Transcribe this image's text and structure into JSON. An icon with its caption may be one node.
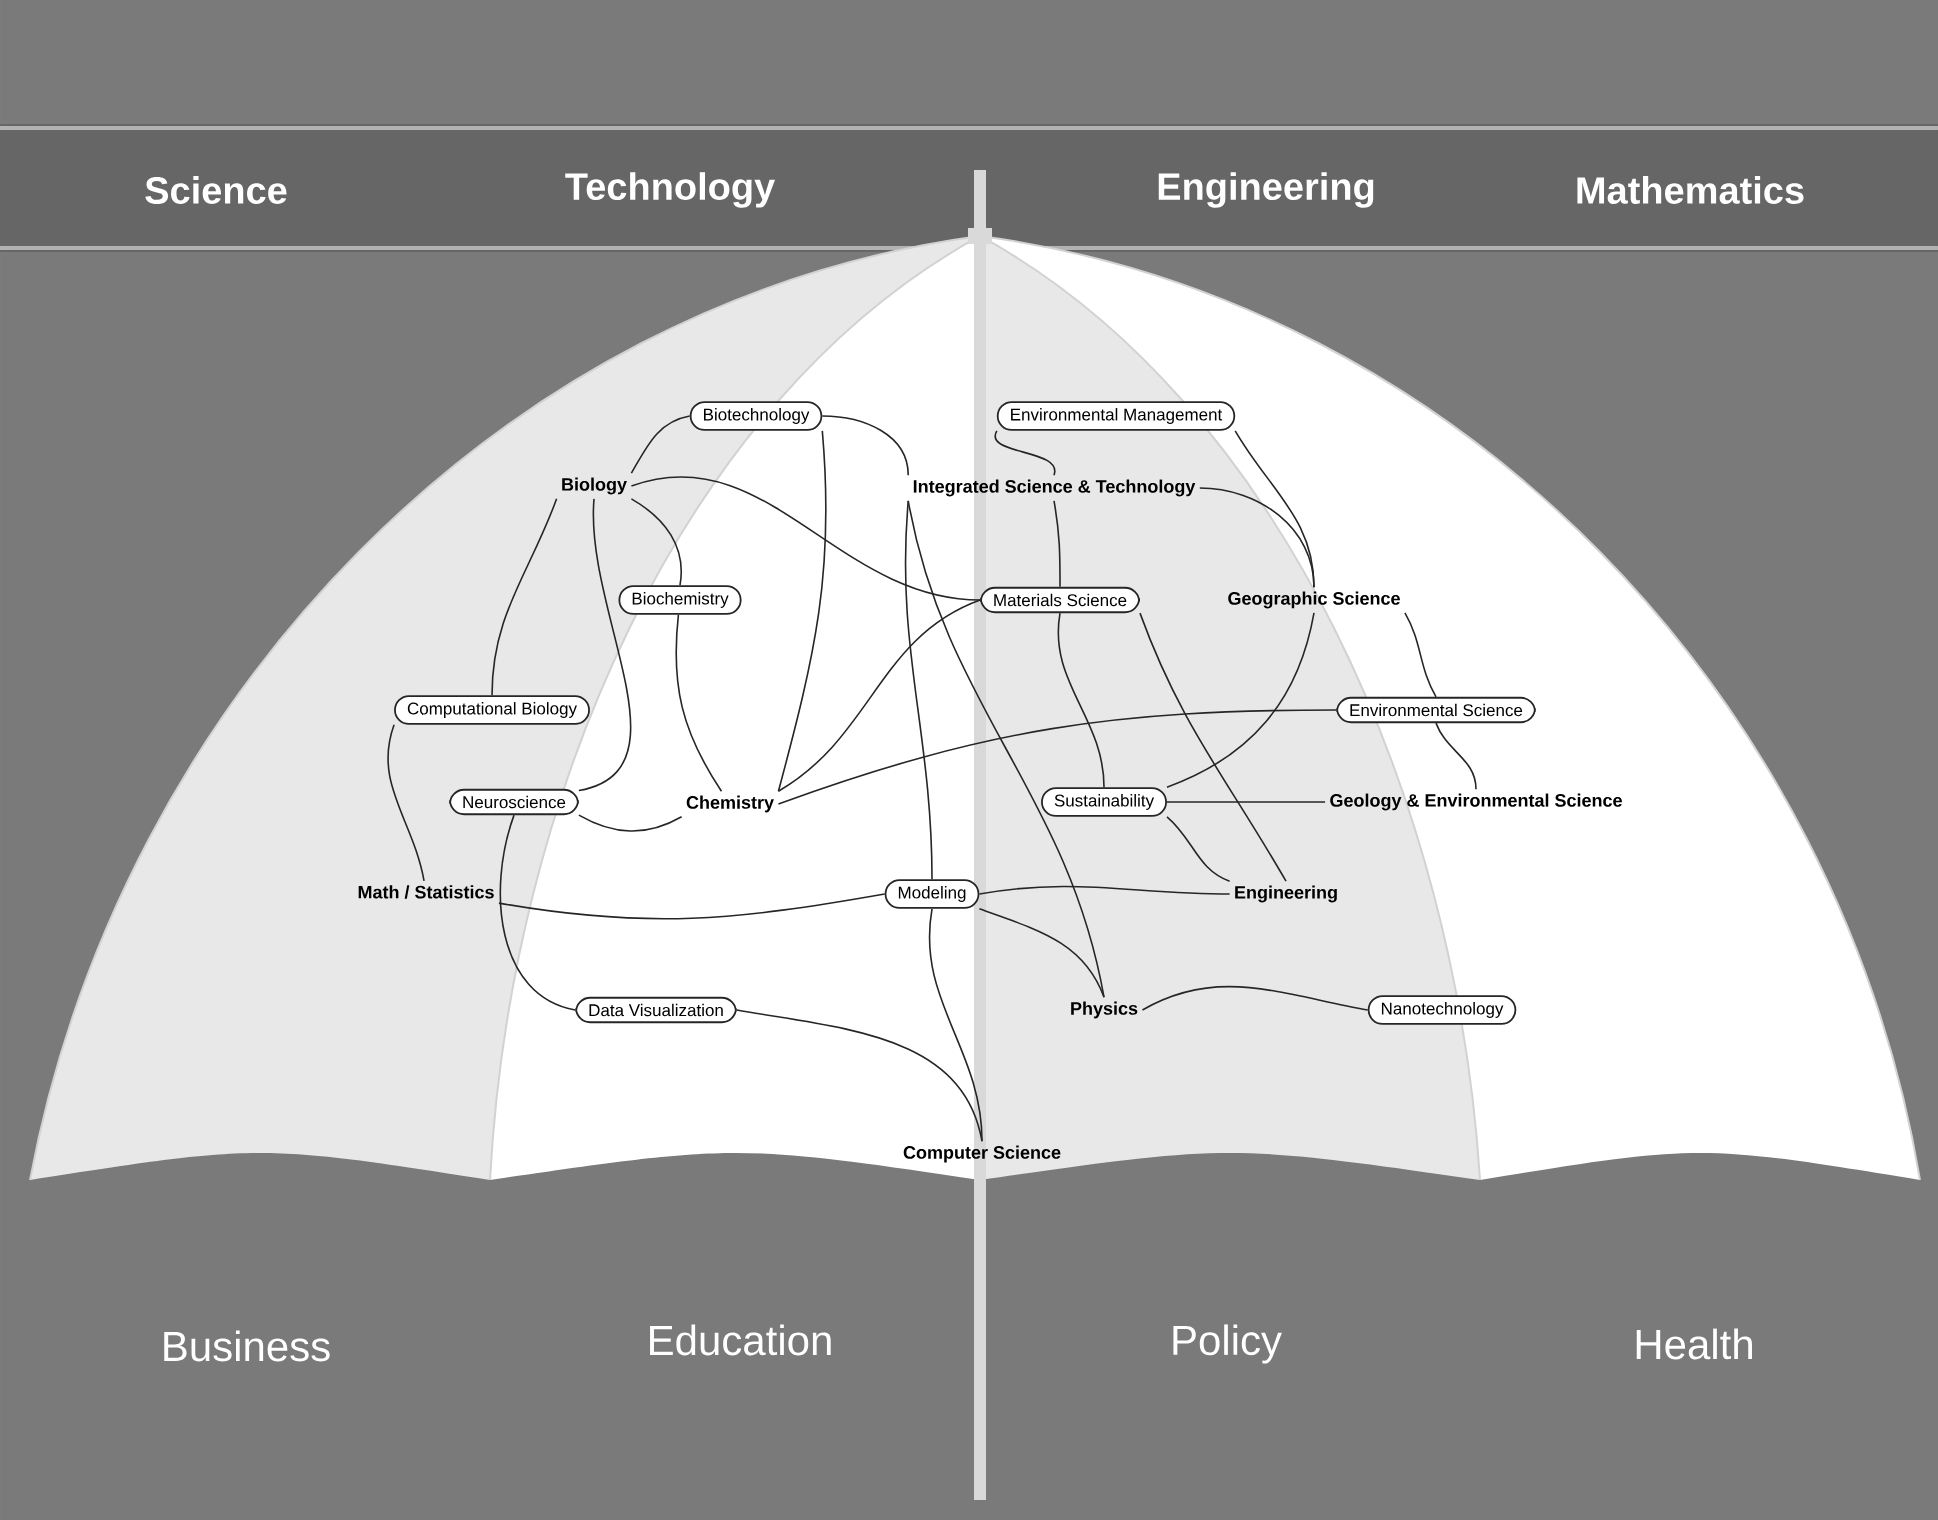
{
  "diagram": {
    "nodes": [
      {
        "text": [
          "Biotechnology"
        ]
      },
      {
        "text": [
          "Environmental Management"
        ]
      },
      {
        "text": [
          "Biology"
        ]
      },
      {
        "text": [
          "Integrated Science & Technology"
        ]
      },
      {
        "text": [
          "Biochemistry"
        ]
      },
      {
        "text": [
          "Materials Science"
        ]
      },
      {
        "text": [
          "Geographic Science"
        ]
      },
      {
        "text": [
          "Computational Biology"
        ]
      },
      {
        "text": [
          "Environmental Science"
        ]
      },
      {
        "text": [
          "Neuroscience"
        ]
      },
      {
        "text": [
          "Chemistry"
        ]
      },
      {
        "text": [
          "Sustainability"
        ]
      },
      {
        "text": [
          "Geology & Environmental Science"
        ]
      },
      {
        "text": [
          "Math / Statistics"
        ]
      },
      {
        "text": [
          "Modeling"
        ]
      },
      {
        "text": [
          "Engineering"
        ]
      },
      {
        "text": [
          "Physics"
        ]
      },
      {
        "text": [
          "Nanotechnology"
        ]
      },
      {
        "text": [
          "Data Visualization"
        ]
      },
      {
        "text": [
          "Computer Science"
        ]
      }
    ],
    "edges": [
      {
        "from": 0,
        "to": 2,
        "arrow": "none"
      },
      {
        "from": 0,
        "to": 10,
        "arrow": "none"
      },
      {
        "from": 0,
        "to": 3,
        "arrow": "none"
      },
      {
        "from": 2,
        "to": 5,
        "arrow": "none"
      },
      {
        "from": 2,
        "to": 4,
        "arrow": "none"
      },
      {
        "from": 2,
        "to": 7,
        "arrow": "none"
      },
      {
        "from": 2,
        "to": 9,
        "arrow": "none"
      },
      {
        "from": 4,
        "to": 10,
        "arrow": "none"
      },
      {
        "from": 10,
        "to": 5,
        "arrow": "none"
      },
      {
        "from": 10,
        "to": 8,
        "arrow": "none"
      },
      {
        "from": 9,
        "to": 10,
        "arrow": "none"
      },
      {
        "from": 9,
        "to": 18,
        "arrow": "none"
      },
      {
        "from": 7,
        "to": 13,
        "arrow": "none"
      },
      {
        "from": 13,
        "to": 14,
        "arrow": "none"
      },
      {
        "from": 1,
        "to": 3,
        "arrow": "none"
      },
      {
        "from": 1,
        "to": 6,
        "arrow": "none"
      },
      {
        "from": 3,
        "to": 6,
        "arrow": "none"
      },
      {
        "from": 6,
        "to": 8,
        "arrow": "none"
      },
      {
        "from": 6,
        "to": 11,
        "arrow": "none"
      },
      {
        "from": 3,
        "to": 5,
        "arrow": "none"
      },
      {
        "from": 3,
        "to": 14,
        "arrow": "none"
      },
      {
        "from": 3,
        "to": 16,
        "arrow": "none"
      },
      {
        "from": 5,
        "to": 11,
        "arrow": "none"
      },
      {
        "from": 5,
        "to": 15,
        "arrow": "none"
      },
      {
        "from": 11,
        "to": 12,
        "arrow": "none"
      },
      {
        "from": 11,
        "to": 15,
        "arrow": "none"
      },
      {
        "from": 8,
        "to": 12,
        "arrow": "none"
      },
      {
        "from": 14,
        "to": 15,
        "arrow": "none"
      },
      {
        "from": 14,
        "to": 16,
        "arrow": "none"
      },
      {
        "from": 14,
        "to": 19,
        "arrow": "none"
      },
      {
        "from": 18,
        "to": 19,
        "arrow": "none"
      },
      {
        "from": 16,
        "to": 17,
        "arrow": "none"
      }
    ],
    "labels": [
      "Science",
      "Technology",
      "Engineering",
      "Mathematics",
      "Business",
      "Education",
      "Policy",
      "Health"
    ]
  }
}
